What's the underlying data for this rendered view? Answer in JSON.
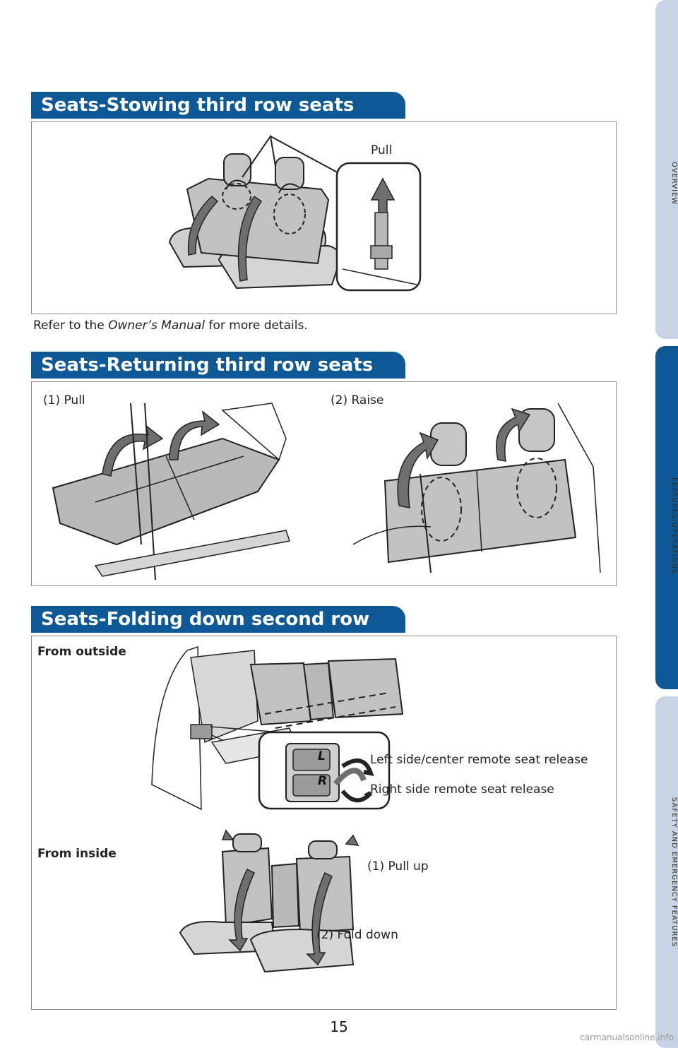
{
  "sidebar": {
    "tabs": [
      "OVERVIEW",
      "FEATURES/OPERATIONS",
      "SAFETY AND EMERGENCY FEATURES"
    ],
    "active_tab": "FEATURES/OPERATIONS",
    "colors": {
      "inactive": "#c9d3e6",
      "active": "#0f5896"
    }
  },
  "sections": {
    "stowing": {
      "title": "Seats-Stowing third row seats",
      "label_pull": "Pull",
      "note_before": "Refer to the ",
      "note_italic": "Owner’s Manual",
      "note_after": " for more details."
    },
    "returning": {
      "title": "Seats-Returning third row seats",
      "step1": "(1) Pull",
      "step2": "(2) Raise"
    },
    "folding": {
      "title": "Seats-Folding down second row seats",
      "from_outside": "From outside",
      "left_release": "Left side/center remote seat release",
      "right_release": "Right side remote seat release",
      "switch_l": "L",
      "switch_r": "R",
      "from_inside": "From inside",
      "pull_up": "(1) Pull up",
      "fold_down": "(2) Fold down"
    }
  },
  "page_number": "15",
  "watermark": "carmanualsonline.info",
  "colors": {
    "header": "#0f5896",
    "illustration_fill": "#b9b9b9",
    "arrow_fill": "#6f6f6f"
  }
}
